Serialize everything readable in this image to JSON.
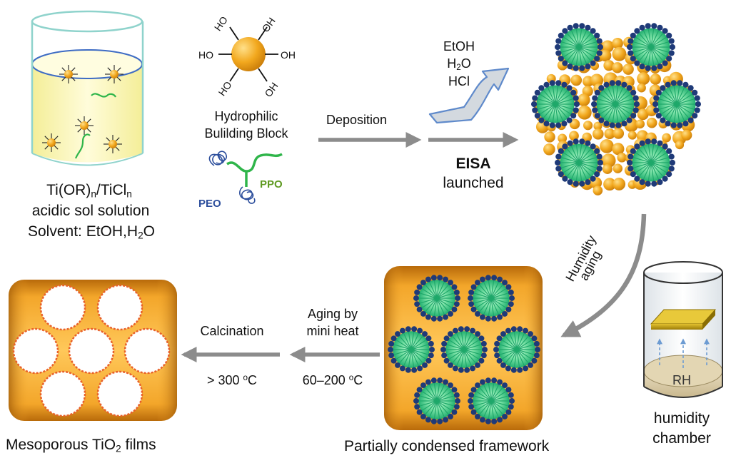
{
  "beaker": {
    "line1": "Ti(OR)n/TiCln",
    "line2": "acidic sol solution",
    "line3": "Solvent: EtOH,H2O"
  },
  "building_block": {
    "hydroxyl": "HO",
    "hydroxyl_r": "OH",
    "line1": "Hydrophilic",
    "line2": "Bulilding Block",
    "peo": "PEO",
    "ppo": "PPO"
  },
  "deposition": {
    "label": "Deposition",
    "evaporants": [
      "EtOH",
      "H2O",
      "HCl"
    ],
    "eisa": "EISA",
    "launched": "launched"
  },
  "humidity_aging": {
    "line1": "Humidity",
    "line2": "aging"
  },
  "chamber": {
    "rh": "RH",
    "line1": "humidity",
    "line2": "chamber"
  },
  "aging_step": {
    "line1": "Aging by",
    "line2": "mini heat",
    "temp": "60–200 °C"
  },
  "calcination_step": {
    "label": "Calcination",
    "temp": "> 300 °C"
  },
  "partial_label": "Partially condensed framework",
  "final_label": "Mesoporous TiO2 films",
  "colors": {
    "orange": "#F0A020",
    "micelle_core": "#22C080",
    "micelle_shell": "#1F3A78",
    "arrow": "#8C8C8C",
    "beaker_liquid": "#FBF6B8",
    "beaker_outline": "#8FD3CC"
  }
}
